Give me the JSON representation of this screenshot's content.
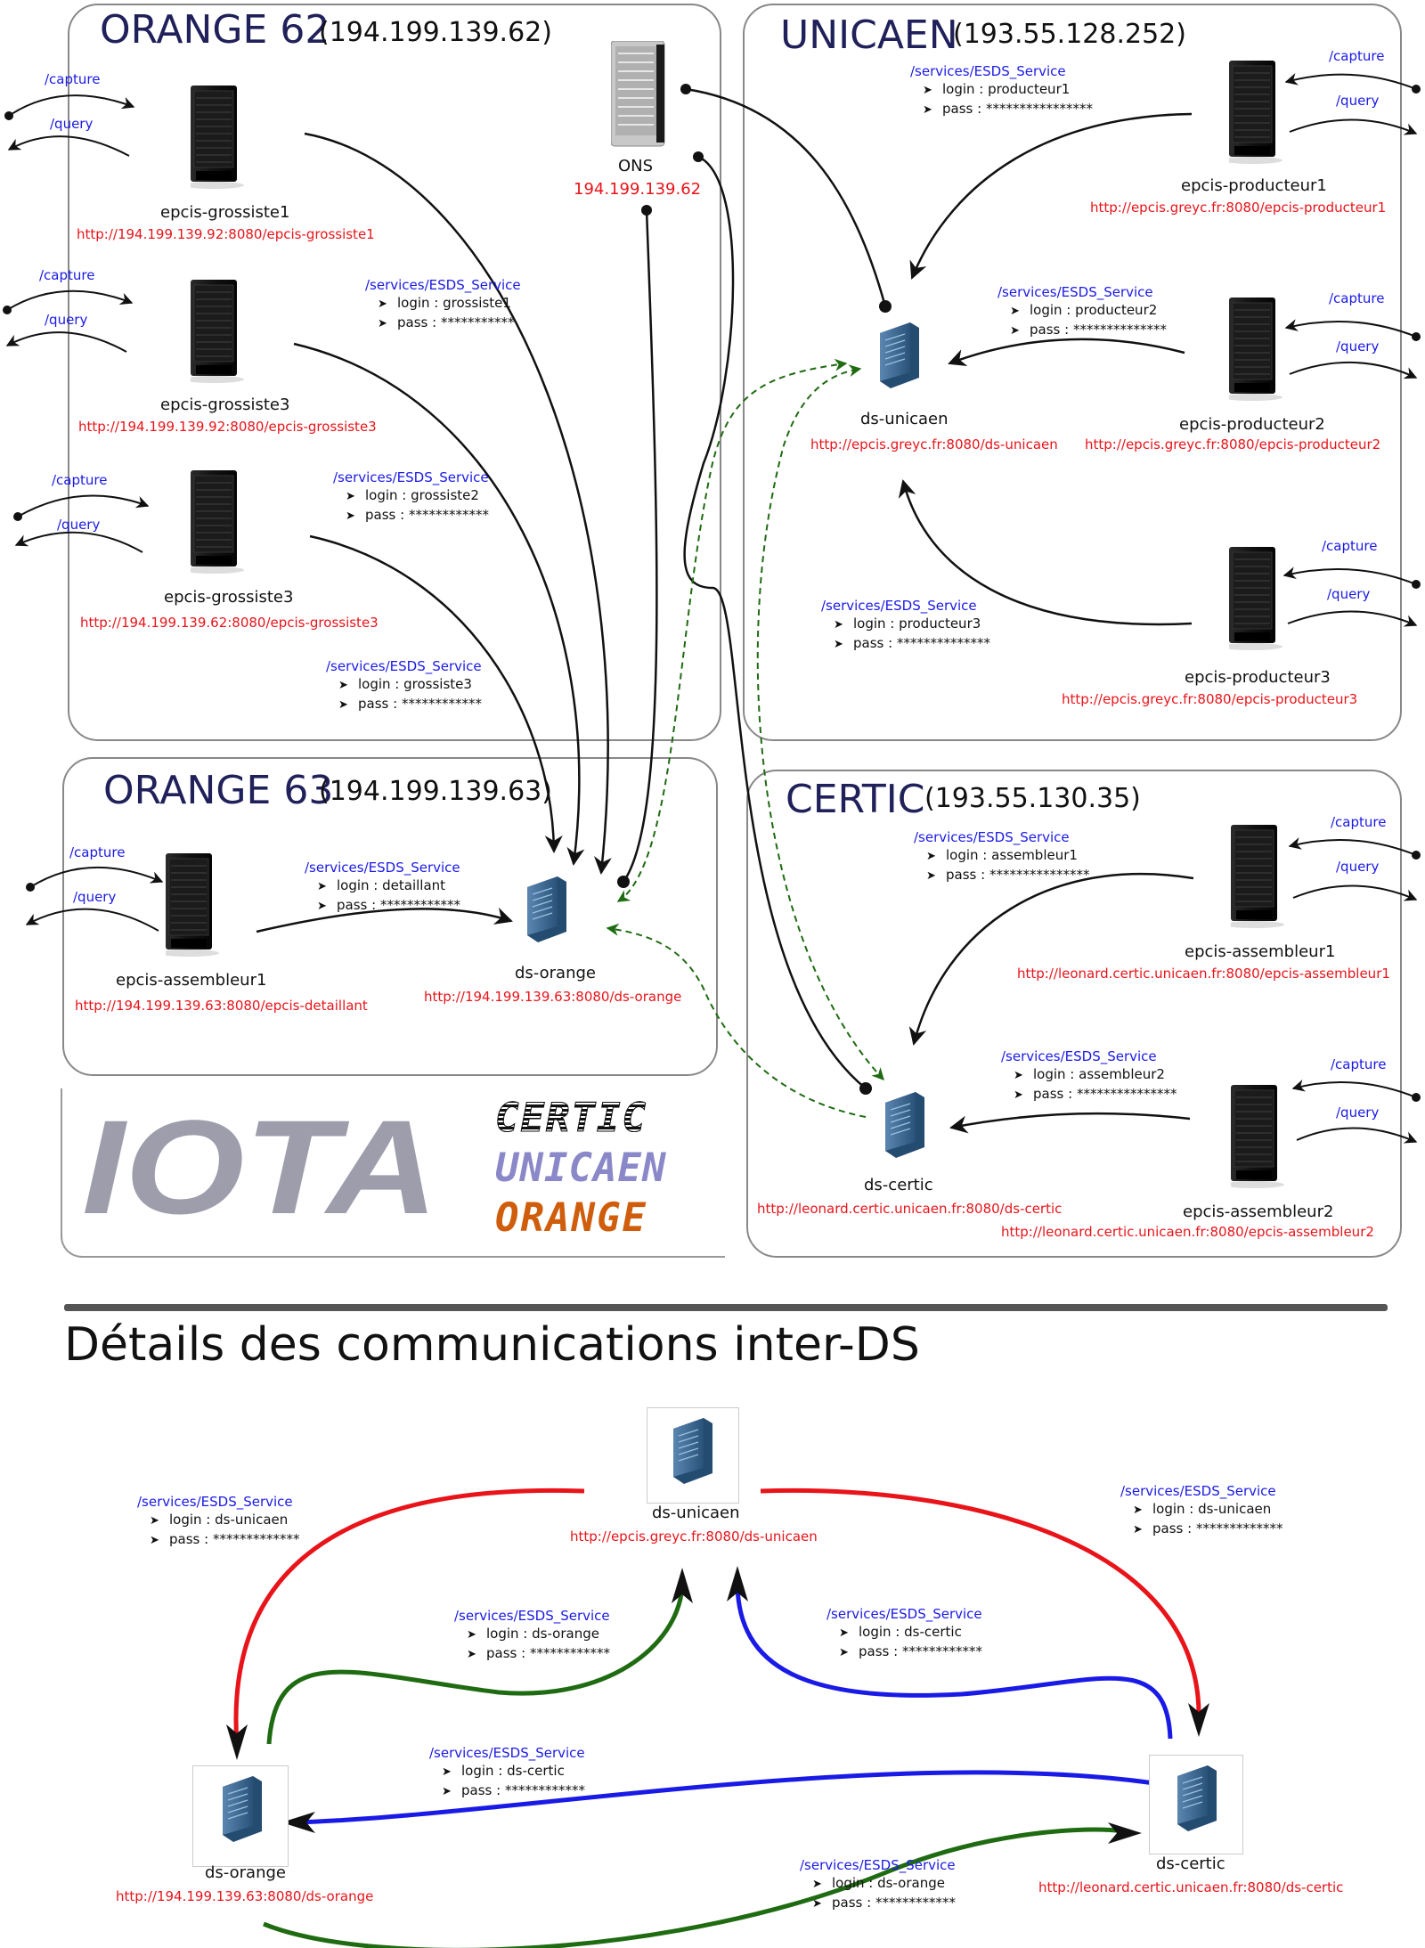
{
  "sites": {
    "orange62": {
      "name": "ORANGE 62",
      "ip": "(194.199.139.62)"
    },
    "unicaen": {
      "name": "UNICAEN",
      "ip": "(193.55.128.252)"
    },
    "orange63": {
      "name": "ORANGE 63",
      "ip": "(194.199.139.63)"
    },
    "certic": {
      "name": "CERTIC",
      "ip": "(193.55.130.35)"
    }
  },
  "ons": {
    "label": "ONS",
    "ip": "194.199.139.62"
  },
  "links": {
    "capture": "/capture",
    "query": "/query"
  },
  "epcis": [
    {
      "name": "epcis-grossiste1",
      "url": "http://194.199.139.92:8080/epcis-grossiste1"
    },
    {
      "name": "epcis-grossiste3",
      "url": "http://194.199.139.92:8080/epcis-grossiste3"
    },
    {
      "name": "epcis-grossiste3",
      "url": "http://194.199.139.62:8080/epcis-grossiste3"
    },
    {
      "name": "epcis-assembleur1",
      "url": "http://194.199.139.63:8080/epcis-detaillant"
    },
    {
      "name": "epcis-producteur1",
      "url": "http://epcis.greyc.fr:8080/epcis-producteur1"
    },
    {
      "name": "epcis-producteur2",
      "url": "http://epcis.greyc.fr:8080/epcis-producteur2"
    },
    {
      "name": "epcis-producteur3",
      "url": "http://epcis.greyc.fr:8080/epcis-producteur3"
    },
    {
      "name": "epcis-assembleur1",
      "url": "http://leonard.certic.unicaen.fr:8080/epcis-assembleur1"
    },
    {
      "name": "epcis-assembleur2",
      "url": "http://leonard.certic.unicaen.fr:8080/epcis-assembleur2"
    }
  ],
  "ds": {
    "orange": {
      "name": "ds-orange",
      "url": "http://194.199.139.63:8080/ds-orange"
    },
    "unicaen": {
      "name": "ds-unicaen",
      "url": "http://epcis.greyc.fr:8080/ds-unicaen"
    },
    "certic": {
      "name": "ds-certic",
      "url": "http://leonard.certic.unicaen.fr:8080/ds-certic"
    }
  },
  "service": "/services/ESDS_Service",
  "login_prefix": "login : ",
  "pass_prefix": "pass : ",
  "creds": [
    {
      "login": "grossiste1",
      "pass": "***********"
    },
    {
      "login": "grossiste2",
      "pass": "************"
    },
    {
      "login": "grossiste3",
      "pass": "************"
    },
    {
      "login": "detaillant",
      "pass": "************"
    },
    {
      "login": "producteur1",
      "pass": "****************"
    },
    {
      "login": "producteur2",
      "pass": "**************"
    },
    {
      "login": "producteur3",
      "pass": "**************"
    },
    {
      "login": "assembleur1",
      "pass": "***************"
    },
    {
      "login": "assembleur2",
      "pass": "***************"
    },
    {
      "login": "ds-unicaen",
      "pass": "*************"
    },
    {
      "login": "ds-unicaen",
      "pass": "*************"
    },
    {
      "login": "ds-orange",
      "pass": "************"
    },
    {
      "login": "ds-certic",
      "pass": "************"
    },
    {
      "login": "ds-certic",
      "pass": "************"
    },
    {
      "login": "ds-orange",
      "pass": "************"
    }
  ],
  "logos": {
    "iota": "IOTA",
    "certic": "CERTIC",
    "unicaen": "UNICAEN",
    "orange": "ORANGE"
  },
  "section_title": "Détails des communications inter-DS",
  "colors": {
    "title": "#20205a",
    "url": "#e8141a",
    "link": "#1a1ae6",
    "red_arrow": "#e8141a",
    "green_arrow": "#1f6b12",
    "blue_arrow": "#1a1ae6",
    "dashed": "#1f6b12"
  }
}
